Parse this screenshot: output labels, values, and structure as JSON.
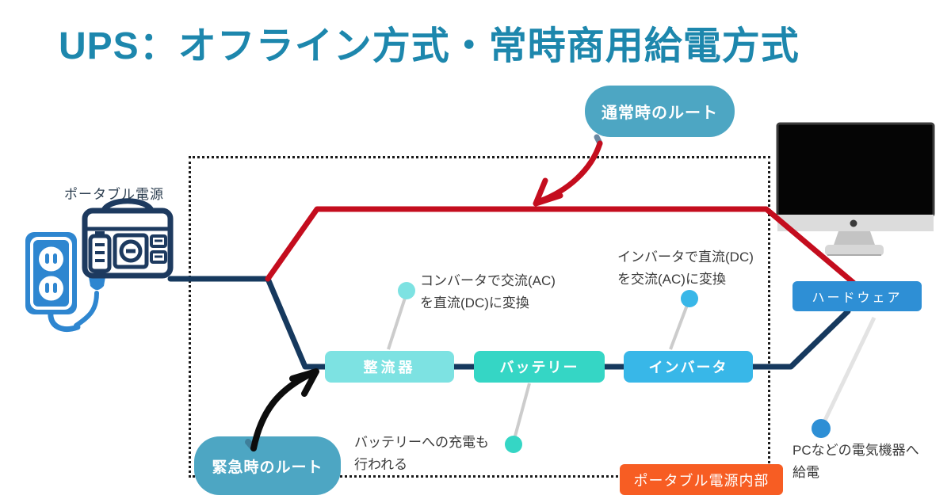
{
  "title": "UPS：オフライン方式・常時商用給電方式",
  "badges": {
    "normal_route": "通常時のルート",
    "emergency_route": "緊急時のルート",
    "portable_power_internal": "ポータブル電源内部"
  },
  "labels": {
    "portable_power": "ポータブル電源",
    "hardware": "ハードウェア"
  },
  "components": {
    "rectifier": "整流器",
    "battery": "バッテリー",
    "inverter": "インバータ"
  },
  "notes": {
    "converter": {
      "line1": "コンバータで交流(AC)",
      "line2": "を直流(DC)に変換"
    },
    "inverter": {
      "line1": "インバータで直流(DC)",
      "line2": "を交流(AC)に変換"
    },
    "battery_charge": {
      "line1": "バッテリーへの充電も",
      "line2": "行われる"
    },
    "pc_power": {
      "line1": "PCなどの電気機器へ",
      "line2": "給電"
    }
  },
  "colors": {
    "title": "#1d87ad",
    "route_badge": "#4da6c3",
    "rectifier_box": "#7de2e2",
    "battery_box": "#35d6c5",
    "inverter_box": "#38b7e8",
    "hardware_button": "#2e8fd5",
    "internal_badge": "#f75d23",
    "normal_route_line": "#c40d1e",
    "power_route_line": "#16395e",
    "connector_line": "#cccccc",
    "note_text": "#3b3b3b"
  }
}
